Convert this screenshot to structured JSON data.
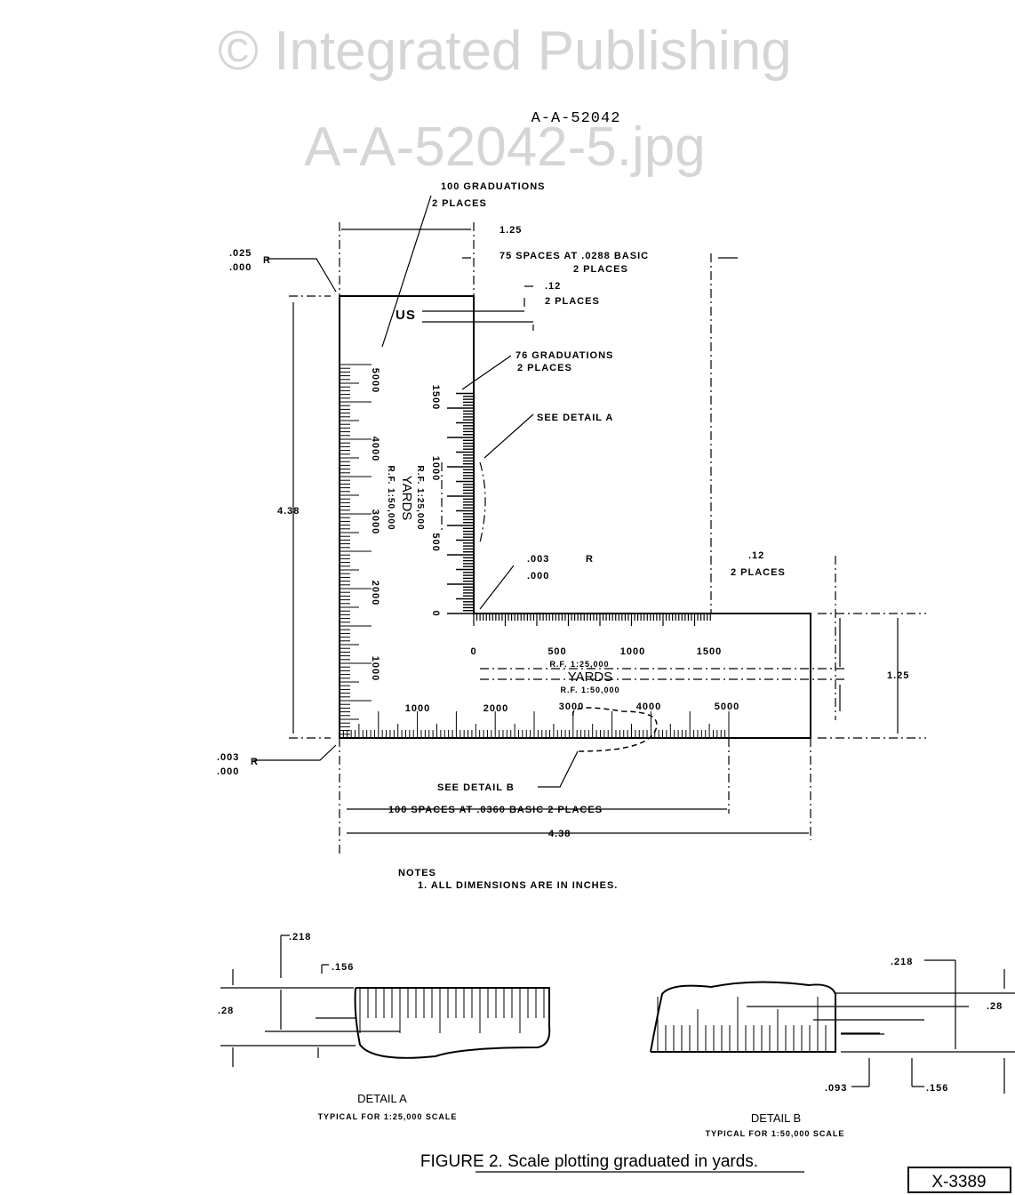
{
  "header": {
    "doc_number": "A-A-52042"
  },
  "callouts": {
    "grad100": "100 GRADUATIONS",
    "grad100_places": "2 PLACES",
    "dim_125_top": "1.25",
    "spaces75": "75 SPACES AT .0288 BASIC",
    "spaces75_places": "2 PLACES",
    "r_top_1": ".025",
    "r_top_2": ".000",
    "r_label": "R",
    "dim_12_top": ".12",
    "dim_12_top_places": "2 PLACES",
    "us_mark": "US",
    "grad76": "76 GRADUATIONS",
    "grad76_places": "2 PLACES",
    "see_detail_a": "SEE DETAIL A",
    "dim_438_vert": "4.38",
    "r_inner_1": ".003",
    "r_inner_2": ".000",
    "dim_12_right": ".12",
    "dim_12_right_places": "2 PLACES",
    "dim_125_right": "1.25",
    "r_bottom_1": ".003",
    "r_bottom_2": ".000",
    "see_detail_b": "SEE DETAIL B",
    "spaces100": "100 SPACES AT .0360 BASIC 2 PLACES",
    "dim_438_horiz": "4.38"
  },
  "scales": {
    "outer_vertical_labels": [
      "5000",
      "4000",
      "3000",
      "2000",
      "1000"
    ],
    "inner_vertical_labels": [
      "1500",
      "1000",
      "500",
      "0"
    ],
    "inner_horizontal_labels": [
      "0",
      "500",
      "1000",
      "1500"
    ],
    "outer_horizontal_labels": [
      "1000",
      "2000",
      "3000",
      "4000",
      "5000"
    ],
    "rf_25000": "R.F. 1:25,000",
    "yards": "YARDS",
    "rf_50000": "R.F. 1:50,000"
  },
  "notes": {
    "title": "NOTES",
    "item1": "1. ALL DIMENSIONS ARE IN INCHES."
  },
  "detail_a": {
    "dim_218": ".218",
    "dim_156": ".156",
    "dim_28": ".28",
    "title": "DETAIL A",
    "subtitle": "TYPICAL FOR 1:25,000 SCALE"
  },
  "detail_b": {
    "dim_218": ".218",
    "dim_28": ".28",
    "dim_093": ".093",
    "dim_156": ".156",
    "title": "DETAIL B",
    "subtitle": "TYPICAL FOR 1:50,000 SCALE"
  },
  "watermark": {
    "line1": "© Integrated Publishing",
    "line2": "A-A-52042-5.jpg"
  },
  "caption": "FIGURE 2. Scale plotting graduated in yards.",
  "figure_id": "X-3389"
}
